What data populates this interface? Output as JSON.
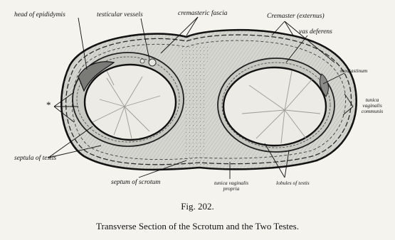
{
  "labels": {
    "head_of_epididymis": "head of epididymis",
    "testicular_vessels": "testicular vessels",
    "cremasteric_fascia": "cremasteric fascia",
    "cremaster_externus": "Cremaster (externus)",
    "vas_deferens": "vas deferens",
    "mediastinum": "mediastinum",
    "tunica_vaginalis_communis": [
      "tunica",
      "vaginalis",
      "communis"
    ],
    "asterisk": "*",
    "septula_of_testis": "septula of testis",
    "septum_of_scrotum": "septum of scrotum",
    "tunica_vaginalis_propria": [
      "tunica vaginalis",
      "propria"
    ],
    "lobules_of_testis": "lobules of testis"
  },
  "figure_number": "Fig. 202.",
  "caption": "Transverse Section of the Scrotum and the Two Testes."
}
